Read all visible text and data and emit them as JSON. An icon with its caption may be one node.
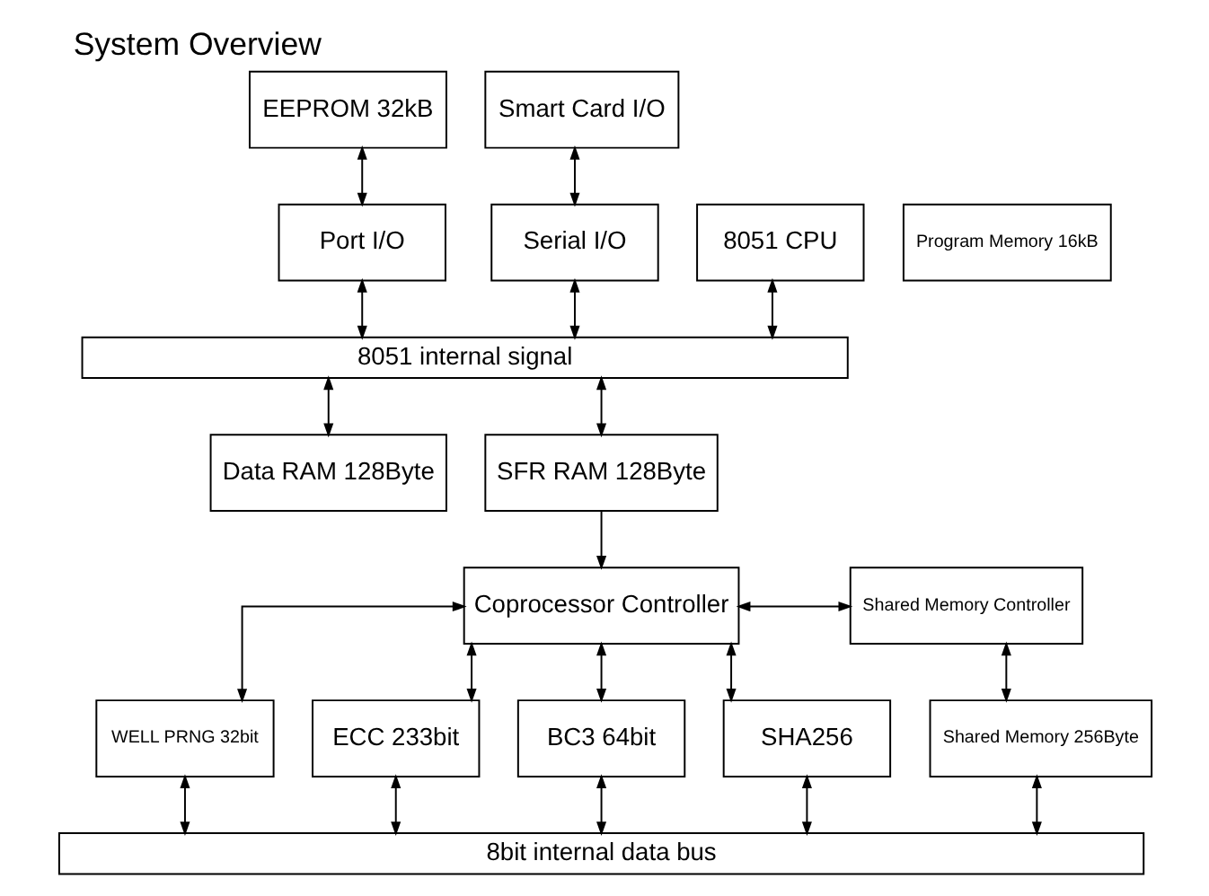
{
  "diagram": {
    "title": "System Overview",
    "nodes": [
      {
        "text": [
          "EEPROM 32kB"
        ]
      },
      {
        "text": [
          "Smart Card I/O"
        ]
      },
      {
        "text": [
          "Port I/O"
        ]
      },
      {
        "text": [
          "Program Memory 16kB"
        ]
      },
      {
        "text": [
          "Serial I/O"
        ]
      },
      {
        "text": [
          "8051 CPU"
        ]
      },
      {
        "text": [
          "8051 internal signal"
        ]
      },
      {
        "text": [
          "Data RAM 128Byte"
        ]
      },
      {
        "text": [
          "SFR RAM 128Byte"
        ]
      },
      {
        "text": [
          "Coprocessor Controller"
        ]
      },
      {
        "text": [
          "Shared Memory Controller"
        ]
      },
      {
        "text": [
          "WELL PRNG 32bit"
        ]
      },
      {
        "text": [
          "ECC 233bit"
        ]
      },
      {
        "text": [
          "BC3 64bit"
        ]
      },
      {
        "text": [
          "SHA256"
        ]
      },
      {
        "text": [
          "Shared Memory 256Byte"
        ]
      },
      {
        "text": [
          "8bit internal data bus"
        ]
      }
    ],
    "edges": [
      {
        "from": 0,
        "to": 2,
        "arrow": "both"
      },
      {
        "from": 1,
        "to": 4,
        "arrow": "both"
      },
      {
        "from": 2,
        "to": 6,
        "arrow": "both"
      },
      {
        "from": 4,
        "to": 6,
        "arrow": "both"
      },
      {
        "from": 5,
        "to": 6,
        "arrow": "both"
      },
      {
        "from": 6,
        "to": 7,
        "arrow": "both"
      },
      {
        "from": 6,
        "to": 8,
        "arrow": "both"
      },
      {
        "from": 8,
        "to": 9,
        "arrow": "to"
      },
      {
        "from": 9,
        "to": 10,
        "arrow": "both"
      },
      {
        "from": 10,
        "to": 15,
        "arrow": "both"
      },
      {
        "from": 9,
        "to": 11,
        "arrow": "both"
      },
      {
        "from": 9,
        "to": 12,
        "arrow": "both"
      },
      {
        "from": 9,
        "to": 13,
        "arrow": "both"
      },
      {
        "from": 9,
        "to": 14,
        "arrow": "both"
      },
      {
        "from": 11,
        "to": 16,
        "arrow": "both"
      },
      {
        "from": 12,
        "to": 16,
        "arrow": "both"
      },
      {
        "from": 13,
        "to": 16,
        "arrow": "both"
      },
      {
        "from": 14,
        "to": 16,
        "arrow": "both"
      },
      {
        "from": 15,
        "to": 16,
        "arrow": "both"
      }
    ]
  }
}
